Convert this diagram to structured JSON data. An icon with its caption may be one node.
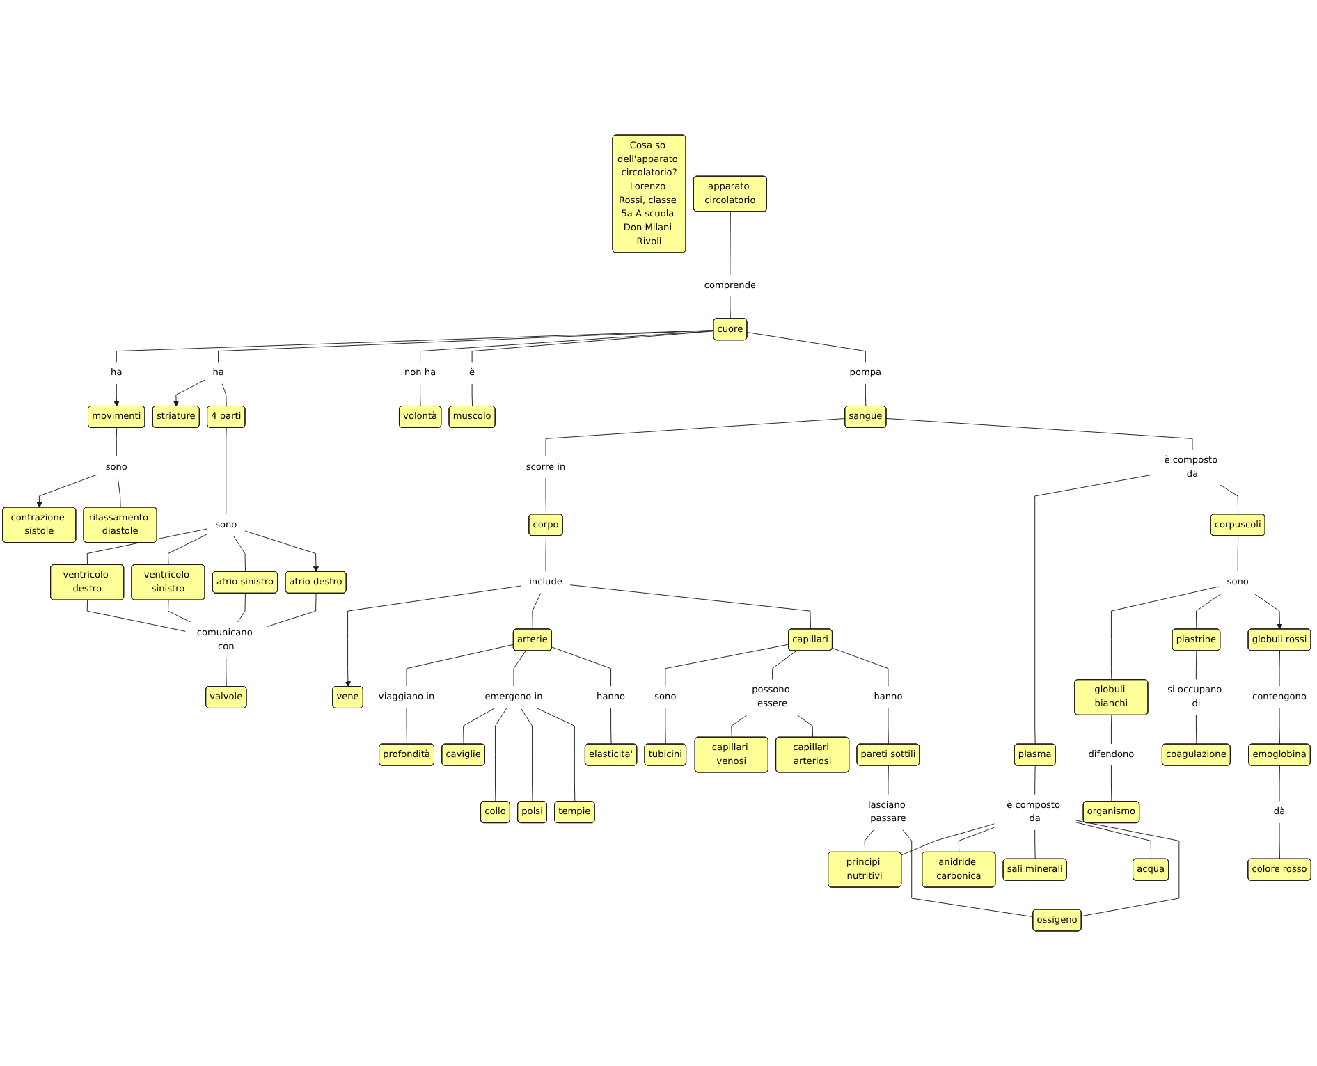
{
  "diagram": {
    "nodes": [
      {
        "text": [
          "Cosa so dell'apparato circolatorio?",
          "Lorenzo Rossi, classe 5a A scuola Don Milani Rivoli"
        ]
      },
      {
        "text": [
          "apparato circolatorio"
        ]
      },
      {
        "text": [
          "comprende"
        ]
      },
      {
        "text": [
          "cuore"
        ]
      },
      {
        "text": [
          "ha"
        ]
      },
      {
        "text": [
          "movimenti"
        ]
      },
      {
        "text": [
          "ha"
        ]
      },
      {
        "text": [
          "non ha"
        ]
      },
      {
        "text": [
          "sono"
        ]
      },
      {
        "text": [
          "contrazione sistole"
        ]
      },
      {
        "text": [
          "striature"
        ]
      },
      {
        "text": [
          "è"
        ]
      },
      {
        "text": [
          "pompa"
        ]
      },
      {
        "text": [
          "volontà"
        ]
      },
      {
        "text": [
          "4 parti"
        ]
      },
      {
        "text": [
          "sangue"
        ]
      },
      {
        "text": [
          "rilassamento diastole"
        ]
      },
      {
        "text": [
          "muscolo"
        ]
      },
      {
        "text": [
          "sono"
        ]
      },
      {
        "text": [
          "scorre in"
        ]
      },
      {
        "text": [
          "ventricolo destro"
        ]
      },
      {
        "text": [
          "ventricolo sinistro"
        ]
      },
      {
        "text": [
          "atrio sinistro"
        ]
      },
      {
        "text": [
          "atrio destro"
        ]
      },
      {
        "text": [
          "corpo"
        ]
      },
      {
        "text": [
          "è composto da"
        ]
      },
      {
        "text": [
          "include"
        ]
      },
      {
        "text": [
          "vene"
        ]
      },
      {
        "text": [
          "comunicano con"
        ]
      },
      {
        "text": [
          "plasma"
        ]
      },
      {
        "text": [
          "capillari"
        ]
      },
      {
        "text": [
          "corpuscoli"
        ]
      },
      {
        "text": [
          "valvole"
        ]
      },
      {
        "text": [
          "sono"
        ]
      },
      {
        "text": [
          "arterie"
        ]
      },
      {
        "text": [
          "sono"
        ]
      },
      {
        "text": [
          "tubicini"
        ]
      },
      {
        "text": [
          "globuli rossi"
        ]
      },
      {
        "text": [
          "piastrine"
        ]
      },
      {
        "text": [
          "viaggiano in"
        ]
      },
      {
        "text": [
          "hanno"
        ]
      },
      {
        "text": [
          "possono essere"
        ]
      },
      {
        "text": [
          "emergono in"
        ]
      },
      {
        "text": [
          "globuli bianchi"
        ]
      },
      {
        "text": [
          "contengono"
        ]
      },
      {
        "text": [
          "si occupano di"
        ]
      },
      {
        "text": [
          "profondità"
        ]
      },
      {
        "text": [
          "pareti sottili"
        ]
      },
      {
        "text": [
          "hanno"
        ]
      },
      {
        "text": [
          "è composto da"
        ]
      },
      {
        "text": [
          "capillari venosi"
        ]
      },
      {
        "text": [
          "capillari arteriosi"
        ]
      },
      {
        "text": [
          "coagulazione"
        ]
      },
      {
        "text": [
          "emoglobina"
        ]
      },
      {
        "text": [
          "difendono"
        ]
      },
      {
        "text": [
          "lasciano passare"
        ]
      },
      {
        "text": [
          "caviglie"
        ]
      },
      {
        "text": [
          "elasticita'"
        ]
      },
      {
        "text": [
          "organismo"
        ]
      },
      {
        "text": [
          "dà"
        ]
      },
      {
        "text": [
          "collo"
        ]
      },
      {
        "text": [
          "polsi"
        ]
      },
      {
        "text": [
          "tempie"
        ]
      },
      {
        "text": [
          "colore rosso"
        ]
      },
      {
        "text": [
          "principi nutritivi"
        ]
      },
      {
        "text": [
          "anidride carbonica"
        ]
      },
      {
        "text": [
          "sali minerali"
        ]
      },
      {
        "text": [
          "acqua"
        ]
      },
      {
        "text": [
          "ossigeno"
        ]
      }
    ],
    "edges": [
      {
        "from": 1,
        "to": 2,
        "arrow": "none"
      },
      {
        "from": 2,
        "to": 3,
        "arrow": "none"
      },
      {
        "from": 3,
        "to": 4,
        "arrow": "none"
      },
      {
        "from": 4,
        "to": 5,
        "arrow": "to"
      },
      {
        "from": 3,
        "to": 6,
        "arrow": "none"
      },
      {
        "from": 6,
        "to": 10,
        "arrow": "to"
      },
      {
        "from": 6,
        "to": 14,
        "arrow": "none"
      },
      {
        "from": 3,
        "to": 7,
        "arrow": "none"
      },
      {
        "from": 7,
        "to": 13,
        "arrow": "none"
      },
      {
        "from": 3,
        "to": 11,
        "arrow": "none"
      },
      {
        "from": 11,
        "to": 17,
        "arrow": "none"
      },
      {
        "from": 3,
        "to": 12,
        "arrow": "none"
      },
      {
        "from": 12,
        "to": 15,
        "arrow": "none"
      },
      {
        "from": 5,
        "to": 8,
        "arrow": "none"
      },
      {
        "from": 8,
        "to": 9,
        "arrow": "to"
      },
      {
        "from": 8,
        "to": 16,
        "arrow": "none"
      },
      {
        "from": 14,
        "to": 18,
        "arrow": "none"
      },
      {
        "from": 18,
        "to": 20,
        "arrow": "none"
      },
      {
        "from": 18,
        "to": 21,
        "arrow": "none"
      },
      {
        "from": 18,
        "to": 22,
        "arrow": "none"
      },
      {
        "from": 18,
        "to": 23,
        "arrow": "to"
      },
      {
        "from": 20,
        "to": 28,
        "arrow": "none"
      },
      {
        "from": 21,
        "to": 28,
        "arrow": "none"
      },
      {
        "from": 22,
        "to": 28,
        "arrow": "none"
      },
      {
        "from": 23,
        "to": 28,
        "arrow": "none"
      },
      {
        "from": 28,
        "to": 32,
        "arrow": "none"
      },
      {
        "from": 15,
        "to": 19,
        "arrow": "none"
      },
      {
        "from": 19,
        "to": 24,
        "arrow": "none"
      },
      {
        "from": 15,
        "to": 25,
        "arrow": "none"
      },
      {
        "from": 25,
        "to": 29,
        "arrow": "none"
      },
      {
        "from": 25,
        "to": 31,
        "arrow": "none"
      },
      {
        "from": 24,
        "to": 26,
        "arrow": "none"
      },
      {
        "from": 26,
        "to": 27,
        "arrow": "to"
      },
      {
        "from": 26,
        "to": 34,
        "arrow": "none"
      },
      {
        "from": 26,
        "to": 30,
        "arrow": "none"
      },
      {
        "from": 30,
        "to": 33,
        "arrow": "none"
      },
      {
        "from": 33,
        "to": 36,
        "arrow": "none"
      },
      {
        "from": 30,
        "to": 41,
        "arrow": "none"
      },
      {
        "from": 41,
        "to": 50,
        "arrow": "none"
      },
      {
        "from": 41,
        "to": 51,
        "arrow": "none"
      },
      {
        "from": 30,
        "to": 40,
        "arrow": "none"
      },
      {
        "from": 40,
        "to": 47,
        "arrow": "none"
      },
      {
        "from": 47,
        "to": 55,
        "arrow": "none"
      },
      {
        "from": 55,
        "to": 64,
        "arrow": "none"
      },
      {
        "from": 55,
        "to": 68,
        "arrow": "none"
      },
      {
        "from": 29,
        "to": 49,
        "arrow": "none"
      },
      {
        "from": 49,
        "to": 64,
        "arrow": "none"
      },
      {
        "from": 49,
        "to": 65,
        "arrow": "none"
      },
      {
        "from": 49,
        "to": 66,
        "arrow": "none"
      },
      {
        "from": 49,
        "to": 67,
        "arrow": "none"
      },
      {
        "from": 49,
        "to": 68,
        "arrow": "none"
      },
      {
        "from": 31,
        "to": 35,
        "arrow": "none"
      },
      {
        "from": 35,
        "to": 43,
        "arrow": "none"
      },
      {
        "from": 35,
        "to": 38,
        "arrow": "none"
      },
      {
        "from": 35,
        "to": 37,
        "arrow": "to"
      },
      {
        "from": 43,
        "to": 54,
        "arrow": "none"
      },
      {
        "from": 54,
        "to": 58,
        "arrow": "none"
      },
      {
        "from": 38,
        "to": 45,
        "arrow": "none"
      },
      {
        "from": 45,
        "to": 52,
        "arrow": "none"
      },
      {
        "from": 37,
        "to": 44,
        "arrow": "none"
      },
      {
        "from": 44,
        "to": 53,
        "arrow": "none"
      },
      {
        "from": 53,
        "to": 59,
        "arrow": "none"
      },
      {
        "from": 59,
        "to": 63,
        "arrow": "none"
      },
      {
        "from": 34,
        "to": 39,
        "arrow": "none"
      },
      {
        "from": 39,
        "to": 46,
        "arrow": "none"
      },
      {
        "from": 34,
        "to": 42,
        "arrow": "none"
      },
      {
        "from": 42,
        "to": 56,
        "arrow": "none"
      },
      {
        "from": 42,
        "to": 60,
        "arrow": "none"
      },
      {
        "from": 42,
        "to": 61,
        "arrow": "none"
      },
      {
        "from": 42,
        "to": 62,
        "arrow": "none"
      },
      {
        "from": 34,
        "to": 48,
        "arrow": "none"
      },
      {
        "from": 48,
        "to": 57,
        "arrow": "none"
      }
    ]
  }
}
